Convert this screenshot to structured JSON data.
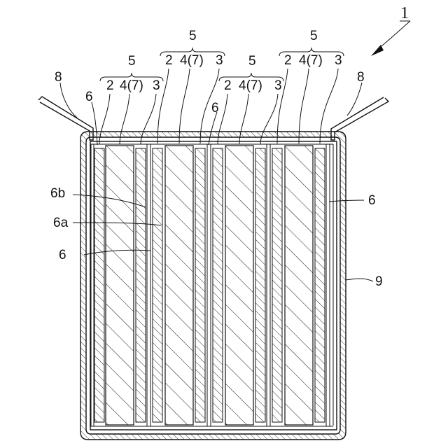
{
  "figure": {
    "ref_main": "1",
    "groups": [
      {
        "brace_label": "5",
        "parts": [
          "2",
          "4(7)",
          "3"
        ]
      },
      {
        "brace_label": "5",
        "parts": [
          "2",
          "4(7)",
          "3"
        ]
      },
      {
        "brace_label": "5",
        "parts": [
          "2",
          "4(7)",
          "3"
        ]
      },
      {
        "brace_label": "5",
        "parts": [
          "2",
          "4(7)",
          "3"
        ]
      }
    ],
    "labels": {
      "tab_left": "8",
      "tab_right": "8",
      "sep_top_left": "6",
      "sep_top_mid": "6",
      "sep_6b": "6b",
      "sep_6a": "6a",
      "sep_6_left": "6",
      "sep_6_right": "6",
      "case": "9"
    },
    "colors": {
      "line": "#111111",
      "background": "#ffffff"
    }
  }
}
